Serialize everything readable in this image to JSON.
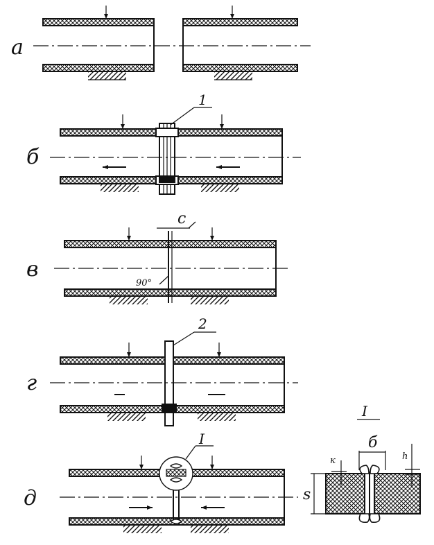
{
  "labels": {
    "row_a": "а",
    "row_b": "б",
    "row_v": "в",
    "row_g": "г",
    "row_d": "д",
    "callout_1": "1",
    "callout_2": "2",
    "callout_I": "I",
    "dim_c": "с",
    "angle": "90°",
    "detail_title": "I",
    "dim_b": "б",
    "dim_k": "к",
    "dim_h": "h",
    "dim_s": "s"
  }
}
